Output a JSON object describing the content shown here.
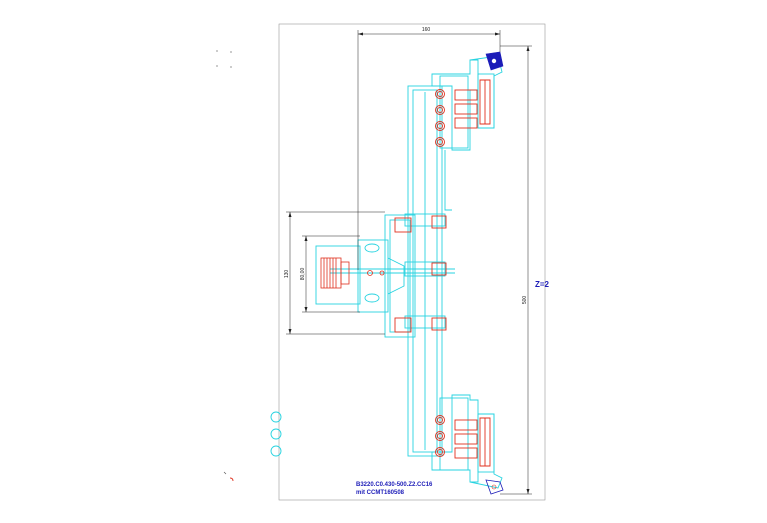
{
  "drawing": {
    "dimensions": {
      "width_top": "160",
      "height_right": "500",
      "left_outer": "130",
      "left_inner": "80,00"
    },
    "teeth_label": "Z=2",
    "caption_line1": "B3220.C0.430-500.Z2.CC16",
    "caption_line2": "mit CCMT160508"
  },
  "colors": {
    "body_outline": "#27d3e0",
    "insert_outline": "#e0301e",
    "insert_fill": "#1c1cb8",
    "dimension_line": "#222222",
    "frame": "#9a9a9a"
  }
}
